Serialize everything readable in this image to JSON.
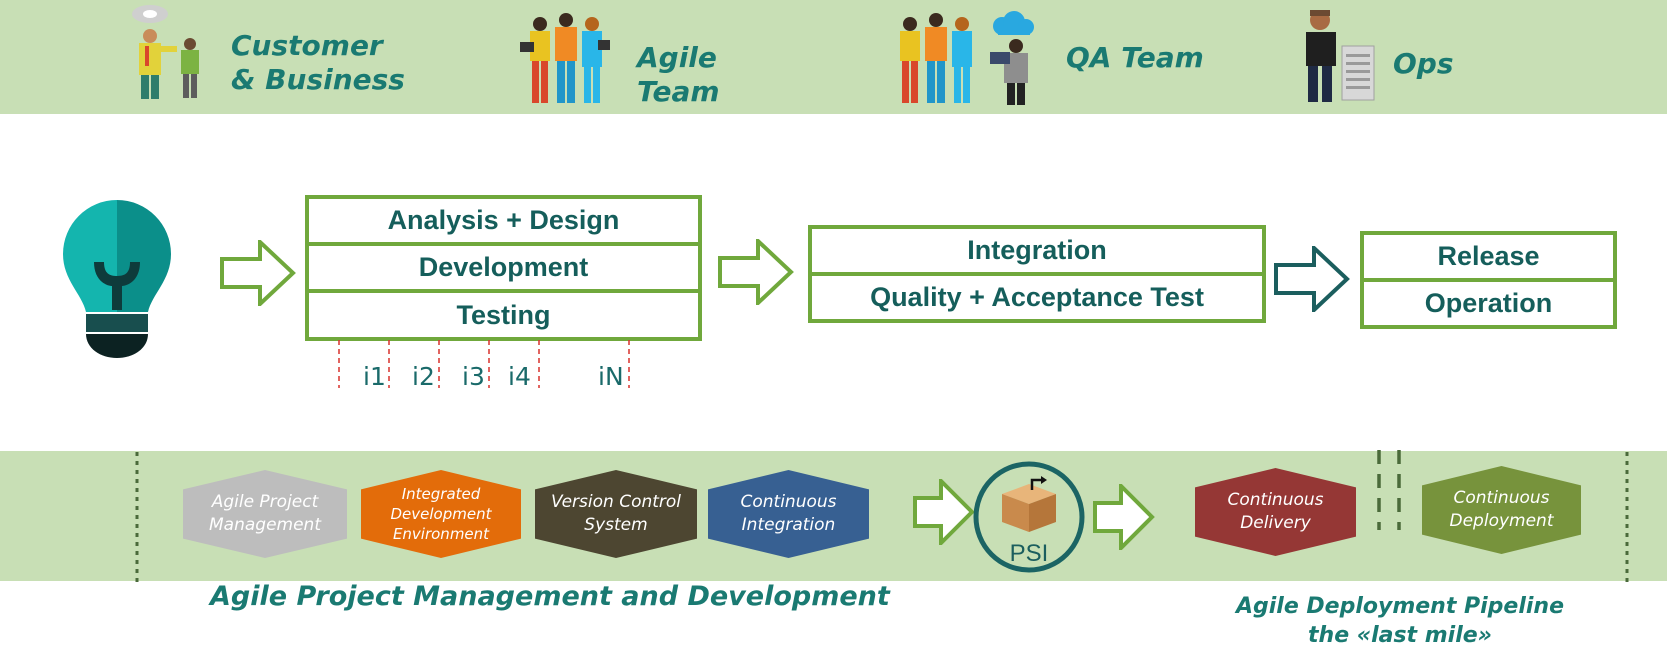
{
  "roles": [
    {
      "id": "customer",
      "line1": "Customer",
      "line2": "& Business"
    },
    {
      "id": "agile",
      "line1": "Agile",
      "line2": "Team"
    },
    {
      "id": "qa",
      "line1": "QA Team",
      "line2": ""
    },
    {
      "id": "ops",
      "line1": "Ops",
      "line2": ""
    }
  ],
  "stages": {
    "dev_group": [
      "Analysis + Design",
      "Development",
      "Testing"
    ],
    "integration_group": [
      "Integration",
      "Quality + Acceptance Test"
    ],
    "release_group": [
      "Release",
      "Operation"
    ]
  },
  "iterations": [
    "i1",
    "i2",
    "i3",
    "i4",
    "iN"
  ],
  "tools": [
    {
      "id": "apm",
      "label": "Agile Project Management",
      "color": "#bdbdbd"
    },
    {
      "id": "ide",
      "label": "Integrated Development Environment",
      "color": "#e36c0a"
    },
    {
      "id": "vcs",
      "label": "Version Control System",
      "color": "#4d4631"
    },
    {
      "id": "ci",
      "label": "Continuous Integration",
      "color": "#376092"
    },
    {
      "id": "cd",
      "label": "Continuous Delivery",
      "color": "#953735"
    },
    {
      "id": "cdep",
      "label": "Continuous Deployment",
      "color": "#77933c"
    }
  ],
  "psi_label": "PSI",
  "captions": {
    "left": "Agile Project Management and Development",
    "right_line1": "Agile Deployment Pipeline",
    "right_line2": "the «last mile»"
  },
  "colors": {
    "band": "#c8dfb5",
    "stage_border": "#70a83c",
    "stage_text": "#155e5b",
    "accent_teal": "#1a7a72",
    "arrow_dark": "#1b5e5e",
    "bulb_teal": "#0aaba6"
  },
  "icons": [
    "lightbulb-icon",
    "people-icon",
    "cloud-icon",
    "package-icon",
    "arrow-right-icon"
  ]
}
